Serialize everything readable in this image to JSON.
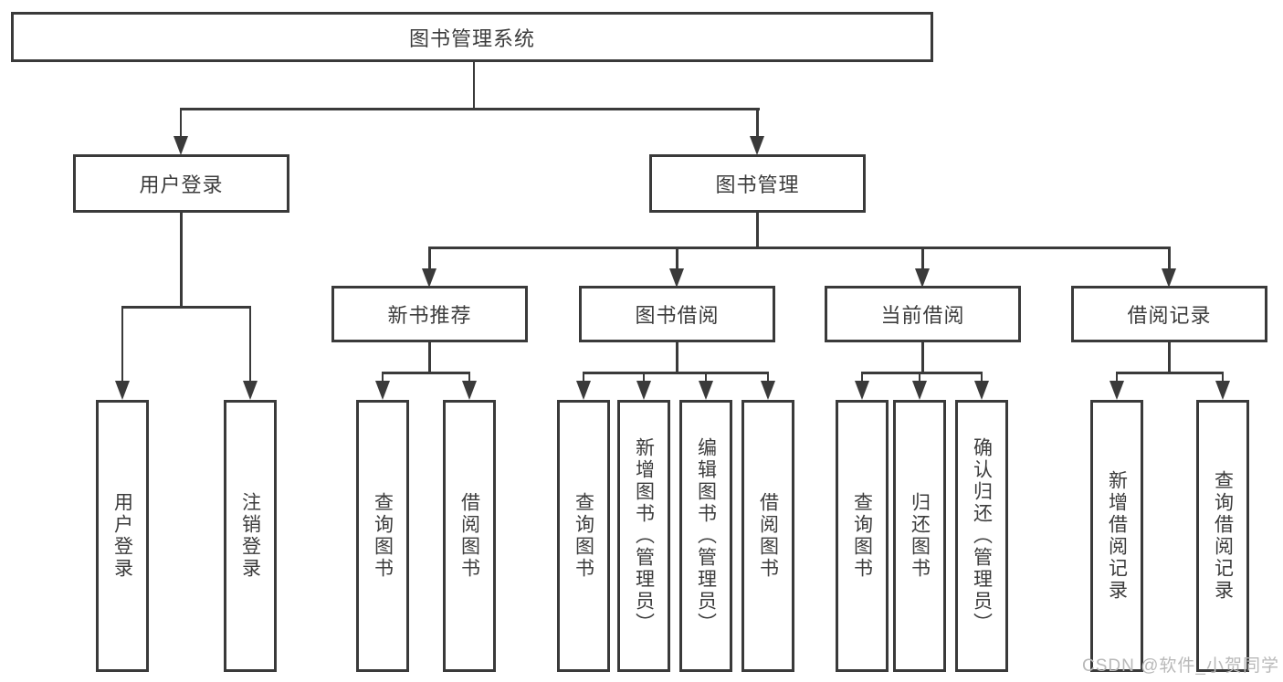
{
  "tree": {
    "label": "图书管理系统",
    "children": [
      {
        "label": "用户登录",
        "children": [
          {
            "label": "用户登录"
          },
          {
            "label": "注销登录"
          }
        ]
      },
      {
        "label": "图书管理",
        "children": [
          {
            "label": "新书推荐",
            "children": [
              {
                "label": "查询图书"
              },
              {
                "label": "借阅图书"
              }
            ]
          },
          {
            "label": "图书借阅",
            "children": [
              {
                "label": "查询图书"
              },
              {
                "label": "新增图书（管理员）"
              },
              {
                "label": "编辑图书（管理员）"
              },
              {
                "label": "借阅图书"
              }
            ]
          },
          {
            "label": "当前借阅",
            "children": [
              {
                "label": "查询图书"
              },
              {
                "label": "归还图书"
              },
              {
                "label": "确认归还（管理员）"
              }
            ]
          },
          {
            "label": "借阅记录",
            "children": [
              {
                "label": "新增借阅记录"
              },
              {
                "label": "查询借阅记录"
              }
            ]
          }
        ]
      }
    ]
  },
  "watermark": {
    "text": "CSDN @软件_小贺同学"
  },
  "colors": {
    "line": "#3a3a3a",
    "text": "#3c3c3c",
    "watermark": "#b9b9b9",
    "bg": "#ffffff"
  }
}
